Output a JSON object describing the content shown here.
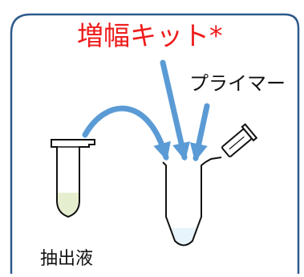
{
  "labels": {
    "title": "増幅キット*",
    "primer": "プライマー",
    "extract": "抽出液"
  },
  "colors": {
    "frame": "#2e5a8c",
    "arrow": "#5b9bd5",
    "title": "#ee1c1c",
    "tube_outline": "#111111",
    "extract_liquid": "#e6eed0",
    "product_liquid": "#e7f4fb"
  }
}
